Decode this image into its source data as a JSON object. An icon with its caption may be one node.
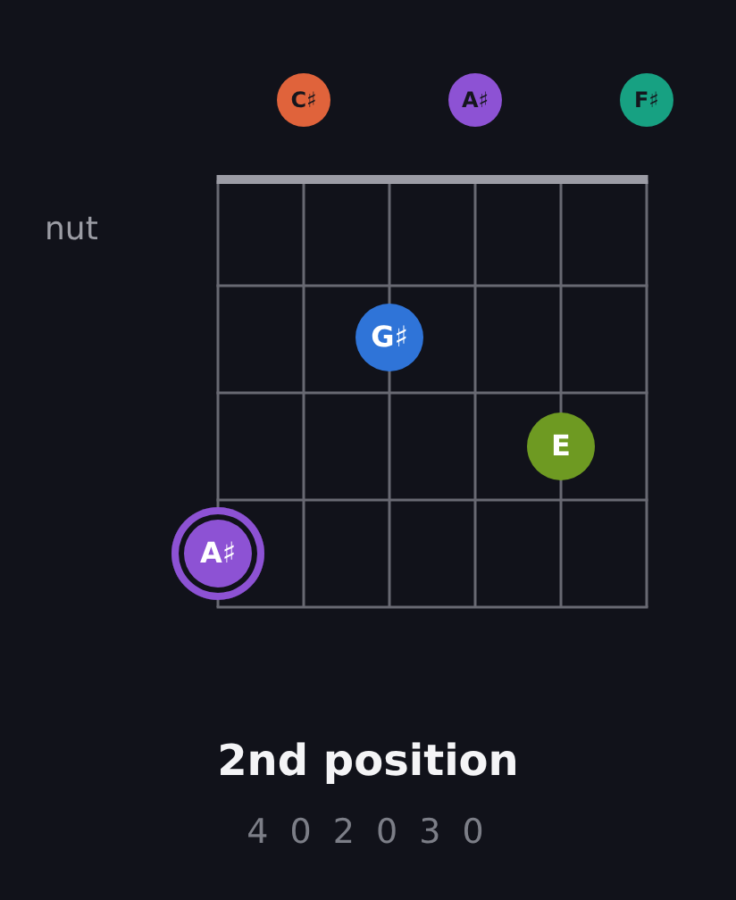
{
  "diagram": {
    "title": "2nd position",
    "nodes": [
      {
        "text": [
          "C♯"
        ]
      },
      {
        "text": [
          "A♯"
        ]
      },
      {
        "text": [
          "F♯"
        ]
      },
      {
        "text": [
          "G♯"
        ]
      },
      {
        "text": [
          "E"
        ]
      },
      {
        "text": [
          "A♯"
        ]
      }
    ],
    "labels": [
      "nut",
      "4 0 2 0 3 0"
    ]
  }
}
